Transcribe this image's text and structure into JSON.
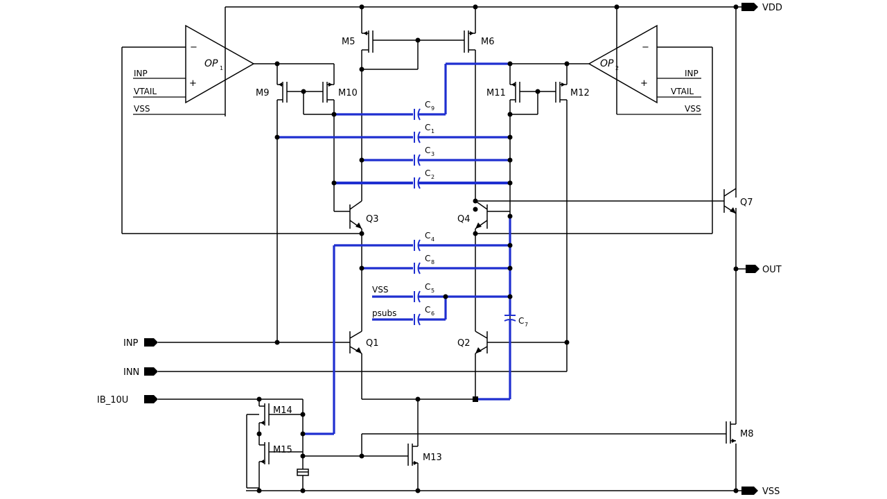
{
  "nets": {
    "vdd": "VDD",
    "vss": "VSS",
    "out": "OUT",
    "inp": "INP",
    "inn": "INN",
    "ib": "IB_10U"
  },
  "opamps": [
    {
      "name": "OP",
      "sub": "1",
      "minus": "−",
      "plus": "+",
      "pins": [
        "INP",
        "VTAIL",
        "VSS"
      ]
    },
    {
      "name": "OP",
      "sub": "2",
      "minus": "−",
      "plus": "+",
      "pins": [
        "INP",
        "VTAIL",
        "VSS"
      ]
    }
  ],
  "devices": {
    "m5": "M5",
    "m6": "M6",
    "m8": "M8",
    "m9": "M9",
    "m10": "M10",
    "m11": "M11",
    "m12": "M12",
    "m13": "M13",
    "m14": "M14",
    "m15": "M15",
    "q1": "Q1",
    "q2": "Q2",
    "q3": "Q3",
    "q4": "Q4",
    "q7": "Q7"
  },
  "capacitors": {
    "c9": {
      "name": "C",
      "sub": "9"
    },
    "c1": {
      "name": "C",
      "sub": "1"
    },
    "c3": {
      "name": "C",
      "sub": "3"
    },
    "c2": {
      "name": "C",
      "sub": "2"
    },
    "c4": {
      "name": "C",
      "sub": "4"
    },
    "c8": {
      "name": "C",
      "sub": "8"
    },
    "c5": {
      "name": "C",
      "sub": "5"
    },
    "c6": {
      "name": "C",
      "sub": "6"
    },
    "c7": {
      "name": "C",
      "sub": "7"
    }
  },
  "cap_refs": {
    "vss": "VSS",
    "psubs": "psubs"
  },
  "colors": {
    "wire": "#000000",
    "parasitic": "#1f2fd0",
    "background": "#ffffff"
  }
}
